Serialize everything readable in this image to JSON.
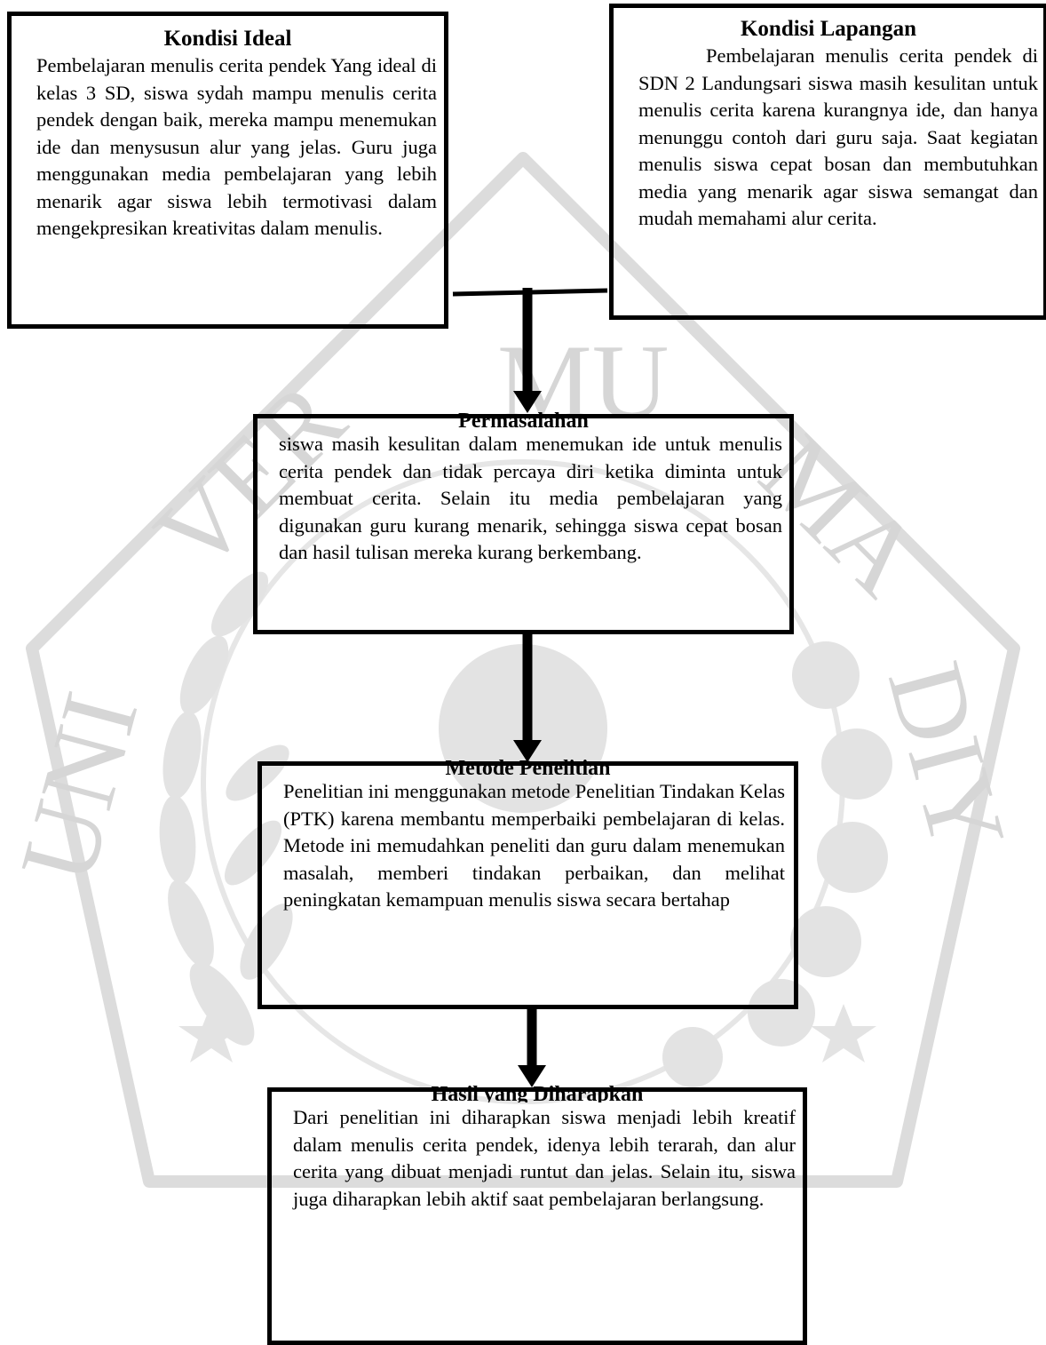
{
  "kondisi_ideal": {
    "title": "Kondisi Ideal",
    "text": "Pembelajaran menulis cerita pendek Yang ideal di kelas 3 SD, siswa sydah mampu menulis cerita pendek dengan baik, mereka mampu menemukan ide dan menysusun alur yang jelas. Guru juga menggunakan media pembelajaran yang lebih menarik agar siswa lebih termotivasi dalam mengekpresikan kreativitas dalam menulis."
  },
  "kondisi_lapangan": {
    "title": "Kondisi Lapangan",
    "text": "Pembelajaran menulis cerita pendek di SDN 2 Landungsari siswa masih kesulitan untuk menulis cerita karena kurangnya ide, dan hanya menunggu contoh dari guru saja. Saat kegiatan menulis siswa cepat bosan dan membutuhkan media yang menarik agar siswa semangat dan mudah memahami alur cerita."
  },
  "permasalahan": {
    "title": "Permasalahan",
    "text": "siswa masih kesulitan dalam menemukan ide untuk menulis cerita pendek dan tidak percaya diri ketika diminta untuk membuat cerita. Selain itu media pembelajaran yang digunakan guru kurang menarik, sehingga siswa cepat bosan dan hasil tulisan mereka kurang berkembang."
  },
  "metode_penelitian": {
    "title": "Metode Penelitian",
    "text": "Penelitian ini menggunakan metode Penelitian Tindakan Kelas (PTK) karena membantu memperbaiki pembelajaran di kelas. Metode ini memudahkan peneliti dan guru dalam menemukan masalah, memberi tindakan perbaikan, dan melihat peningkatan kemampuan menulis siswa secara bertahap"
  },
  "hasil_diharapkan": {
    "title": "Hasil yang Diharapkan",
    "text": "Dari penelitian ini diharapkan siswa menjadi lebih kreatif dalam menulis cerita pendek, idenya lebih terarah, dan alur cerita yang dibuat menjadi runtut dan jelas. Selain itu, siswa juga diharapkan lebih aktif saat pembelajaran berlangsung."
  },
  "watermark": {
    "text_left": "UNIVERSITAS",
    "text_right": "MUHAMMADIYAH",
    "color": "#d9d9d9"
  },
  "colors": {
    "border": "#000000",
    "watermark": "#d9d9d9"
  }
}
